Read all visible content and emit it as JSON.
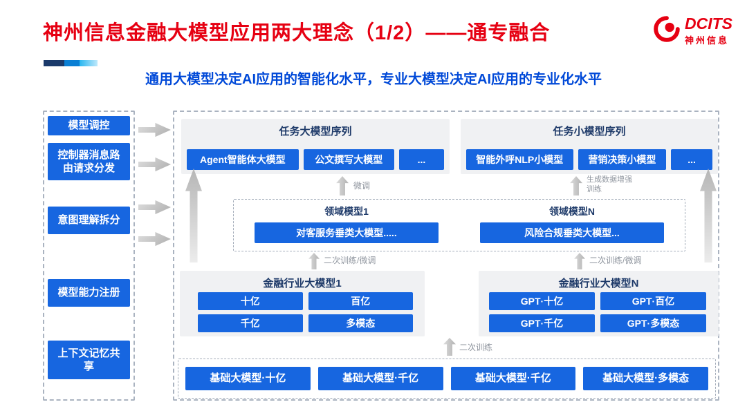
{
  "colors": {
    "title_red": "#E60012",
    "subtitle_blue": "#0049D8",
    "box_blue": "#1766E0",
    "panel_gray": "#F0F1F3",
    "label_gray": "#8F959E"
  },
  "slide": {
    "title": "神州信息金融大模型应用两大理念（1/2）——通专融合",
    "subtitle": "通用大模型决定AI应用的智能化水平，专业大模型决定AI应用的专业化水平",
    "logo": {
      "brand": "DCITS",
      "brand_cn": "神州信息"
    }
  },
  "sidebar": {
    "header": "模型调控",
    "items": [
      "控制器消息路由请求分发",
      "意图理解拆分",
      "模型能力注册",
      "上下文记忆共享"
    ]
  },
  "main": {
    "task_large": {
      "title": "任务大模型序列",
      "boxes": [
        "Agent智能体大模型",
        "公文撰写大模型",
        "..."
      ]
    },
    "task_small": {
      "title": "任务小模型序列",
      "boxes": [
        "智能外呼NLP小模型",
        "营销决策小模型",
        "..."
      ]
    },
    "labels": {
      "finetune": "微调",
      "data_augment": "生成数据增强训练",
      "retrain_finetune_left": "二次训练/微调",
      "retrain_finetune_right": "二次训练/微调",
      "retrain": "二次训练"
    },
    "domain": {
      "left": {
        "title": "领域模型1",
        "box": "对客服务垂类大模型....."
      },
      "right": {
        "title": "领域模型N",
        "box": "风险合规垂类大模型..."
      }
    },
    "industry_left": {
      "title": "金融行业大模型1",
      "boxes": [
        "十亿",
        "百亿",
        "千亿",
        "多模态"
      ]
    },
    "industry_right": {
      "title": "金融行业大模型N",
      "boxes": [
        "GPT·十亿",
        "GPT·百亿",
        "GPT·千亿",
        "GPT·多模态"
      ]
    },
    "base": {
      "boxes": [
        "基础大模型·十亿",
        "基础大模型·千亿",
        "基础大模型·千亿",
        "基础大模型·多模态"
      ]
    }
  }
}
